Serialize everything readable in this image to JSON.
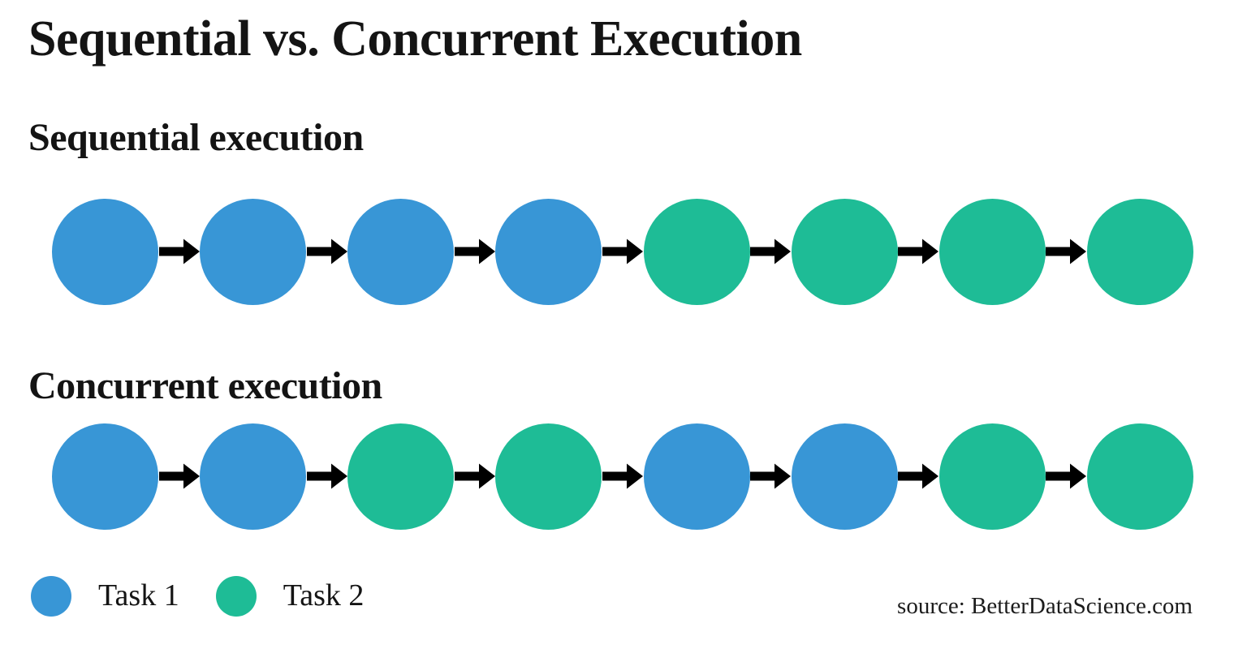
{
  "title": "Sequential vs. Concurrent Execution",
  "sections": [
    {
      "id": "sequential",
      "heading": "Sequential execution",
      "tasks": [
        1,
        1,
        1,
        1,
        2,
        2,
        2,
        2
      ]
    },
    {
      "id": "concurrent",
      "heading": "Concurrent execution",
      "tasks": [
        1,
        1,
        2,
        2,
        1,
        1,
        2,
        2
      ]
    }
  ],
  "legend": [
    {
      "task": 1,
      "label": "Task 1"
    },
    {
      "task": 2,
      "label": "Task 2"
    }
  ],
  "source": "source: BetterDataScience.com",
  "colors": {
    "task1": "#3896d6",
    "task2": "#1ebc96",
    "arrow": "#000000",
    "text": "#141414",
    "background": "#ffffff"
  }
}
